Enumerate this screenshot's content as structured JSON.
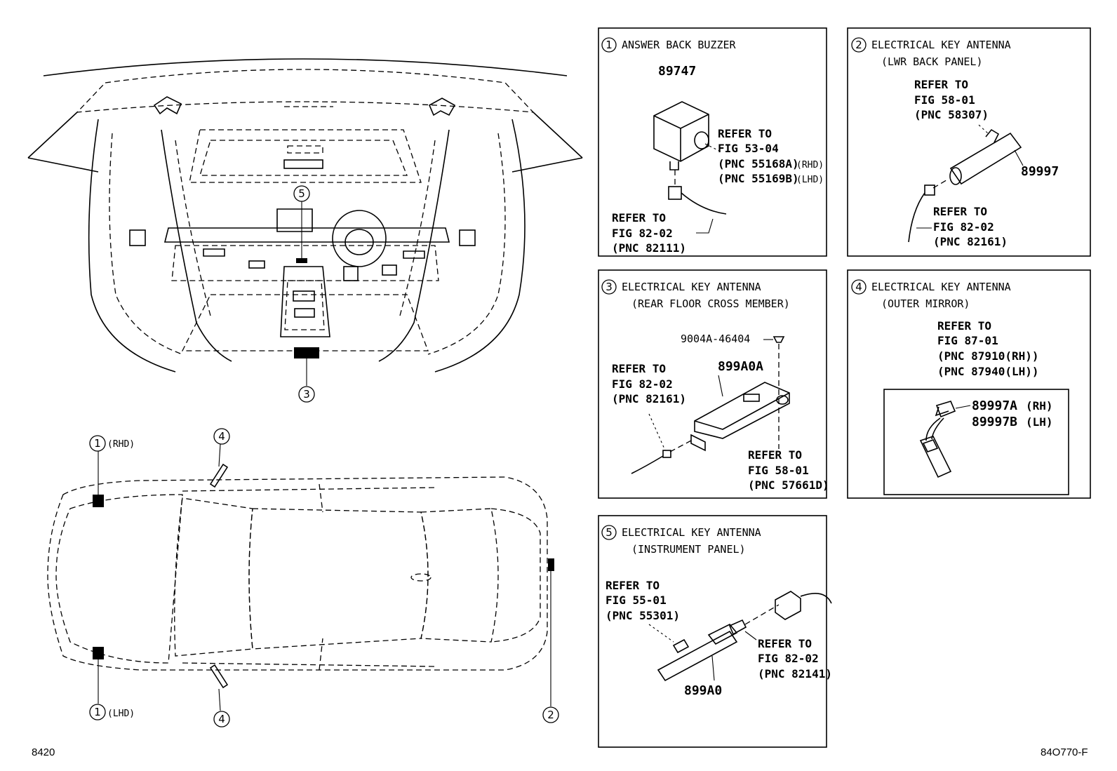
{
  "callouts": {
    "c1": "1",
    "c2": "2",
    "c3": "3",
    "c4": "4",
    "c5": "5"
  },
  "overview": {
    "rhd_tag": "(RHD)",
    "lhd_tag": "(LHD)"
  },
  "panel1": {
    "title": "ANSWER BACK BUZZER",
    "part": "89747",
    "ref_a": [
      "REFER TO",
      "FIG 53-04",
      "(PNC 55168A)",
      "(PNC 55169B)"
    ],
    "ref_a_tags": [
      "(RHD)",
      "(LHD)"
    ],
    "ref_b": [
      "REFER TO",
      "FIG 82-02",
      "(PNC 82111)"
    ]
  },
  "panel2": {
    "title": "ELECTRICAL KEY ANTENNA",
    "subtitle": "(LWR BACK PANEL)",
    "part": "89997",
    "ref_a": [
      "REFER TO",
      "FIG 58-01",
      "(PNC 58307)"
    ],
    "ref_b": [
      "REFER TO",
      "FIG 82-02",
      "(PNC 82161)"
    ]
  },
  "panel3": {
    "title": "ELECTRICAL KEY ANTENNA",
    "subtitle": "(REAR FLOOR CROSS MEMBER)",
    "fastener": "9004A-46404",
    "part": "899A0A",
    "ref_a": [
      "REFER TO",
      "FIG 82-02",
      "(PNC 82161)"
    ],
    "ref_b": [
      "REFER TO",
      "FIG 58-01",
      "(PNC 57661D)"
    ]
  },
  "panel4": {
    "title": "ELECTRICAL KEY ANTENNA",
    "subtitle": "(OUTER MIRROR)",
    "ref": [
      "REFER TO",
      "FIG 87-01",
      "(PNC 87910(RH))",
      "(PNC 87940(LH))"
    ],
    "part_rh": "89997A",
    "part_lh": "89997B",
    "tag_rh": "(RH)",
    "tag_lh": "(LH)"
  },
  "panel5": {
    "title": "ELECTRICAL KEY ANTENNA",
    "subtitle": "(INSTRUMENT PANEL)",
    "part": "899A0",
    "ref_a": [
      "REFER TO",
      "FIG 55-01",
      "(PNC 55301)"
    ],
    "ref_b": [
      "REFER TO",
      "FIG 82-02",
      "(PNC 82141)"
    ]
  },
  "footer": {
    "left_code": "8420",
    "right_code": "84O770-F"
  }
}
